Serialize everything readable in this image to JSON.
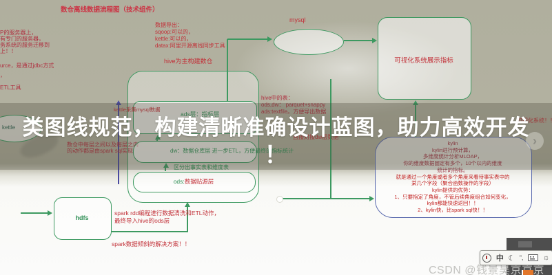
{
  "banner": {
    "line1": "类图线规范，构建清晰准确设计蓝图，助力高效开发",
    "line2": "！"
  },
  "title": "数仓离线数据流程图（技术组件）",
  "left_notes": {
    "l1": "P的服务器上，",
    "l2": "有专门的服务器，",
    "l3": "务系统的服务迁移到",
    "l4": "上！！",
    "l5": "urce，是通过jdbc方式",
    "l6": "，",
    "l7": "ETL工具"
  },
  "export_note": {
    "l1": "数据导出：",
    "l2": "sqoop:可以的，",
    "l3": "kettle:可以的，",
    "l4": "datax:阿里开源离线同步工具"
  },
  "mysql": {
    "label": "mysql"
  },
  "viz": {
    "label": "可视化系统展示指标",
    "suffix": "可视化系统！！"
  },
  "hive": {
    "note": "hive为主构建数仓",
    "tables_title": "hive中的表：",
    "tables_l1": "ods,dw： parquet+snappy",
    "tables_l2": "ads:textfile。方便导出数据"
  },
  "kettle": {
    "label": "kettle",
    "note": "kettle采集mysql数据"
  },
  "layers": {
    "ads": "ads层：指标层",
    "dw": "dw：数据仓库层 进一步ETL，方便最终的指标统计",
    "ods_prefix": "ods:",
    "ods": "数据贴源层",
    "split_note": "区分出事实表和维度表",
    "direct_note": "直接对接dw层数据"
  },
  "spark": {
    "note_l1": "数仓中每层之间以及每层之内",
    "note_l2": "的动作都是由spark sql实现",
    "rdd_l1": "spark rdd编程进行数据清洗和ETL动作，",
    "rdd_l2": "最终导入hive的ods层",
    "skew": "spark数据倾斜的解决方案！！"
  },
  "hdfs": {
    "label": "hdfs"
  },
  "kylin": {
    "lines": [
      "kylin",
      "kylin进行预计算，",
      "多维度统计分析MLOAP，",
      "你的维度数据固定有多个，10个以内的维度",
      "统计的指标。",
      "就是通过一个角度或者多个角度来看待事实表中的",
      "某几个字段（聚合函数操作的字段）",
      "kylin提供的优势：",
      "1、只要指定了角度，不管后续角度组合如何变化，",
      "kylin都能快速返回！！",
      "2、kylin快，比spark sql快！！"
    ],
    "hot_from": 5
  },
  "player": {
    "next": "›"
  },
  "ime": {
    "mode": "中",
    "moon": "☾",
    "punct": "”,",
    "gear": "☼"
  },
  "watermark": "CSDN @钱景昊京京京",
  "colors": {
    "accent_green": "#3c9960",
    "accent_red": "#b03040",
    "kylin_border": "#5a6aae",
    "banner_text": "#ffffff"
  }
}
